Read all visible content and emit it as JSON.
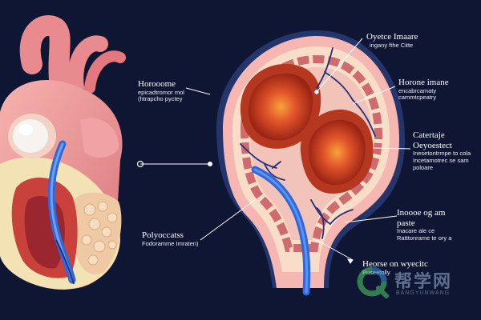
{
  "colors": {
    "background": "#0f1633",
    "heart_pink": "#e8868c",
    "tissue_cream": "#f3e2b3",
    "inflamed_orange": "#e2552a",
    "vessel_blue": "#2f68d8",
    "vein_navy": "#26307a"
  },
  "labels": {
    "top_right": {
      "title": "Oyetce Imaare",
      "sub": "ingany fthe Citte"
    },
    "left_mid": {
      "title": "Horooome",
      "sub1": "epicadtromor mol",
      "sub2": "(htrapcho pyctey"
    },
    "right_upper": {
      "title": "Horone imane",
      "sub1": "encabrcamaty",
      "sub2": "cammtcpeatry"
    },
    "right_mid": {
      "title1": "Catertaje",
      "title2": "Oeyoestect",
      "sub1": "Inesetontrmpe to cola",
      "sub2": "Incetamotrec se sam",
      "sub3": "poloare"
    },
    "left_low": {
      "title": "Polyoccatss",
      "sub": "Fodoramme Imraten)"
    },
    "right_low": {
      "title": "Inoooe og am",
      "title2": "paste",
      "sub1": "Inacare ale ce",
      "sub2": "Ratttonrame te ory a"
    },
    "bottom_right": {
      "title": "Heorse on wyecitc",
      "sub": "Puseetolly"
    }
  },
  "watermark": {
    "cn": "帮学网",
    "en": "BANGYUNWANG"
  },
  "icons": [
    "heart-illustration",
    "organ-cross-section-illustration",
    "watermark-logo-icon"
  ]
}
